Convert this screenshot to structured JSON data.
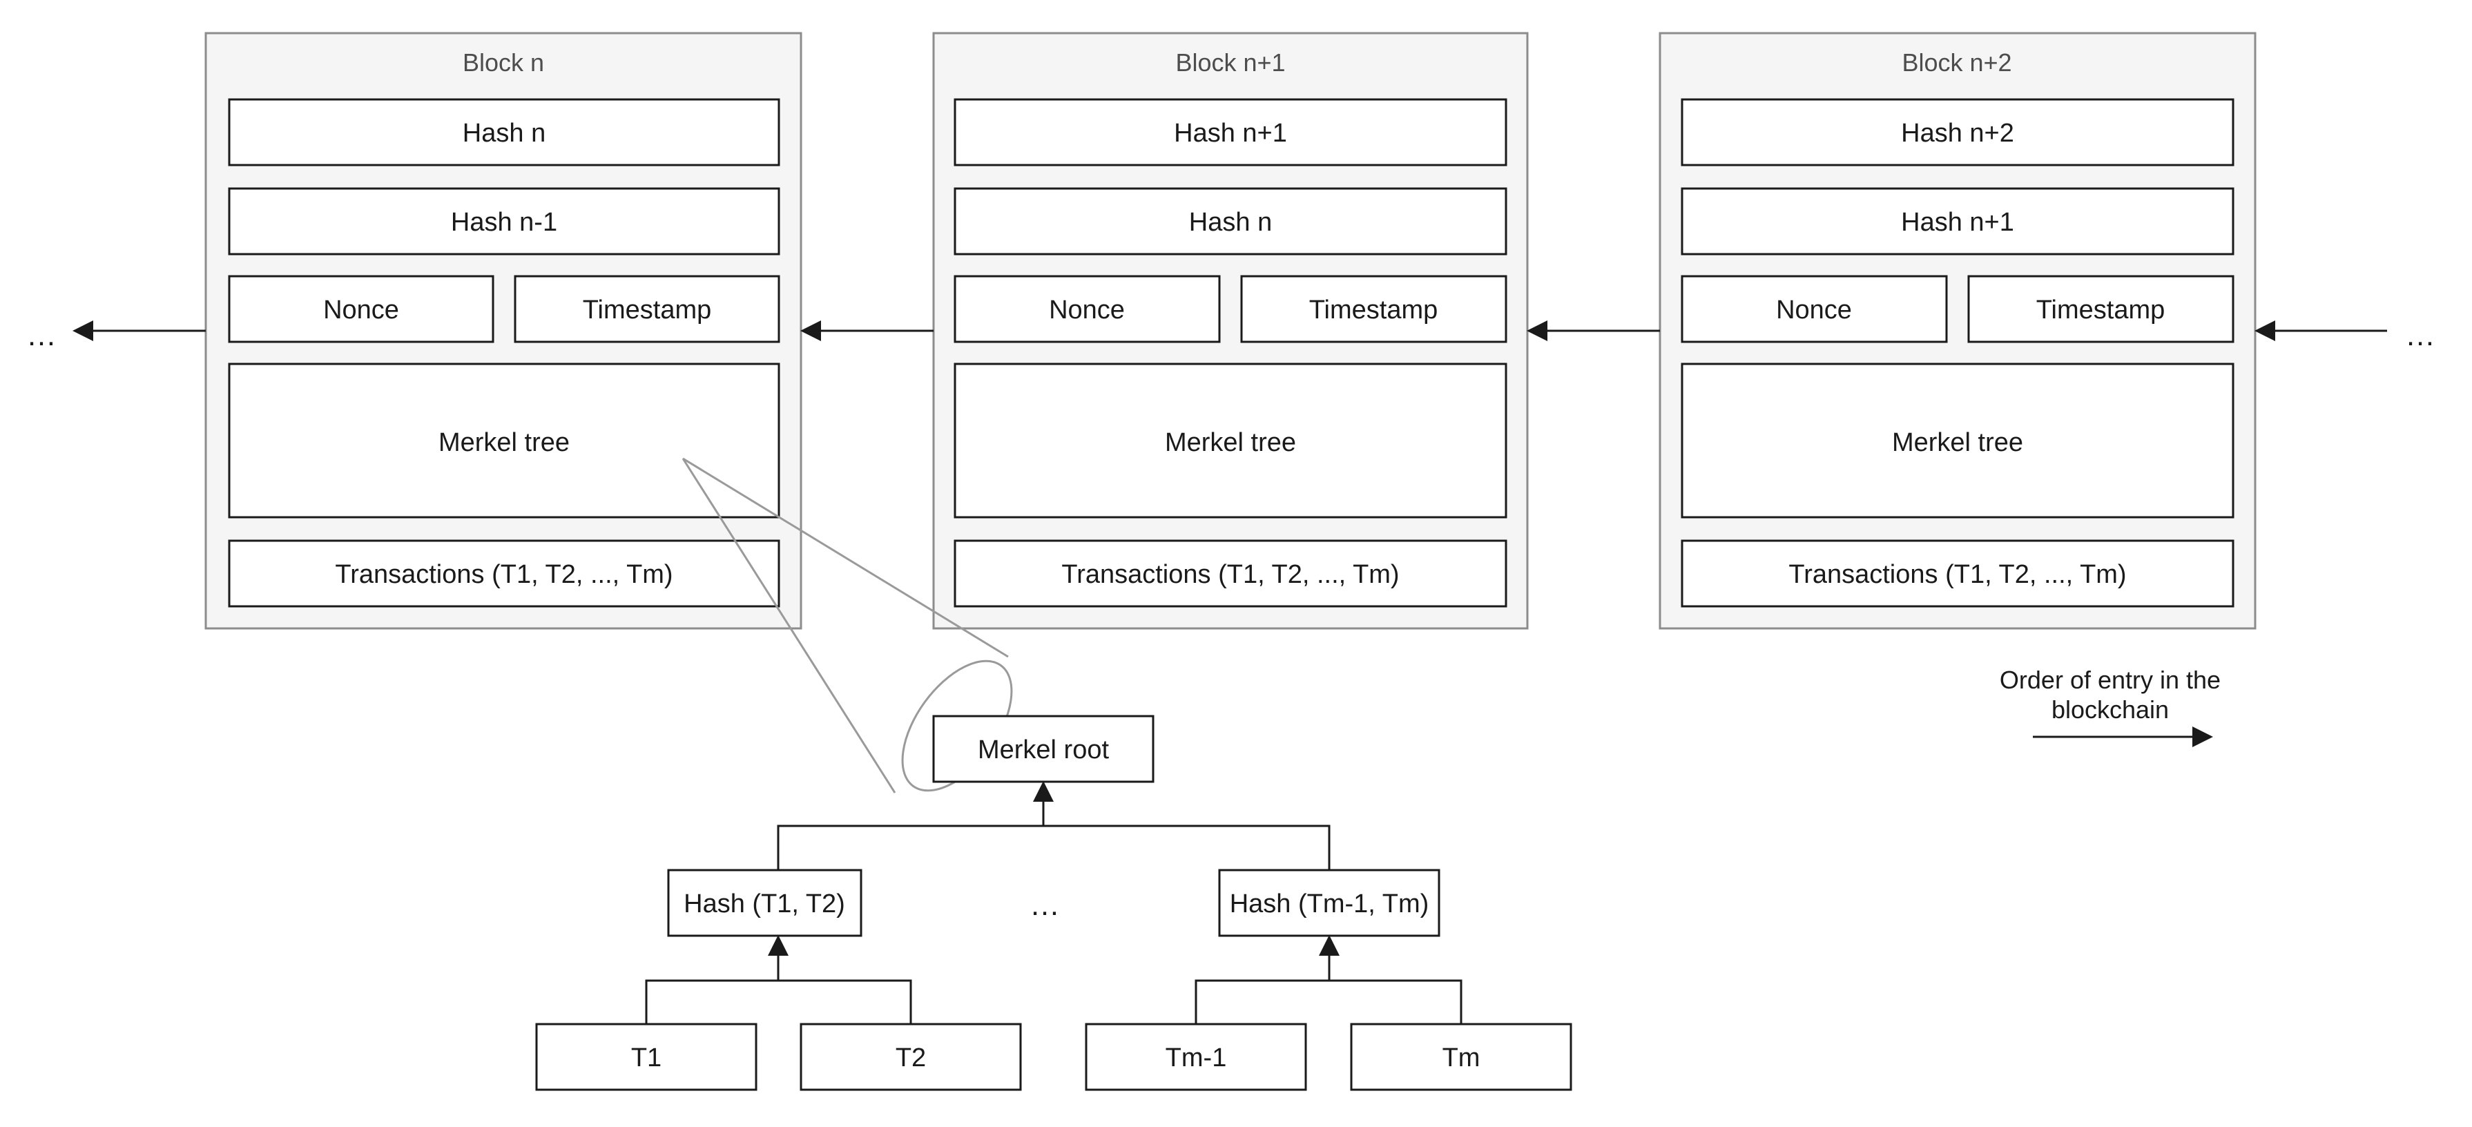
{
  "blocks": [
    {
      "title": "Block n",
      "hash": "Hash n",
      "prev_hash": "Hash n-1",
      "nonce": "Nonce",
      "timestamp": "Timestamp",
      "merkel": "Merkel tree",
      "transactions": "Transactions (T1, T2, ..., Tm)"
    },
    {
      "title": "Block n+1",
      "hash": "Hash n+1",
      "prev_hash": "Hash n",
      "nonce": "Nonce",
      "timestamp": "Timestamp",
      "merkel": "Merkel tree",
      "transactions": "Transactions (T1, T2, ..., Tm)"
    },
    {
      "title": "Block n+2",
      "hash": "Hash n+2",
      "prev_hash": "Hash n+1",
      "nonce": "Nonce",
      "timestamp": "Timestamp",
      "merkel": "Merkel tree",
      "transactions": "Transactions (T1, T2, ..., Tm)"
    }
  ],
  "chain": {
    "left_ellipsis": "…",
    "right_ellipsis": "…"
  },
  "merkle": {
    "root": "Merkel root",
    "left_hash": "Hash (T1, T2)",
    "right_hash": "Hash (Tm-1, Tm)",
    "middle_ellipsis": "…",
    "leaves": [
      "T1",
      "T2",
      "Tm-1",
      "Tm"
    ]
  },
  "legend": {
    "line1": "Order of entry in the",
    "line2": "blockchain"
  }
}
